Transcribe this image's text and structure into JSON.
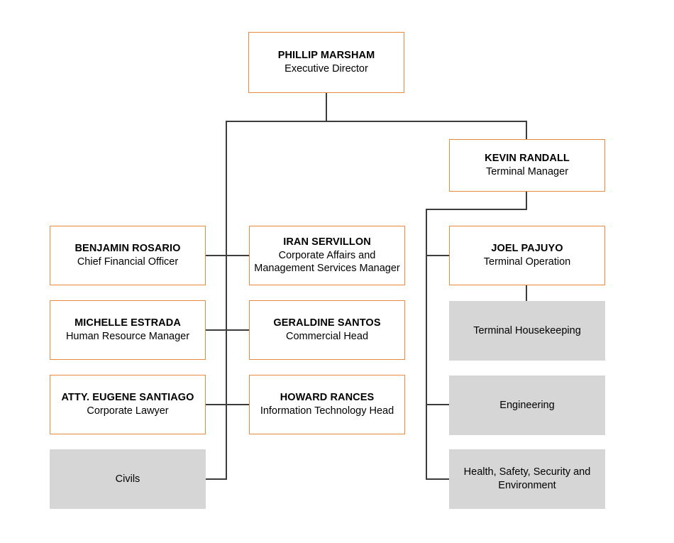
{
  "diagram": {
    "type": "organizational-chart",
    "colors": {
      "node_border": "#E58A3E",
      "node_fill": "#FFFFFF",
      "unit_fill": "#D6D6D6",
      "connector": "#3C3C3C",
      "text": "#000000",
      "background": "#FFFFFF"
    }
  },
  "nodes": {
    "executive_director": {
      "name": "PHILLIP MARSHAM",
      "title": "Executive Director"
    },
    "terminal_manager": {
      "name": "KEVIN RANDALL",
      "title": "Terminal Manager"
    },
    "cfo": {
      "name": "BENJAMIN ROSARIO",
      "title": "Chief Financial Officer"
    },
    "corporate_affairs": {
      "name": "IRAN SERVILLON",
      "title": "Corporate Affairs and Management Services Manager"
    },
    "terminal_operation": {
      "name": "JOEL PAJUYO",
      "title": "Terminal Operation"
    },
    "hr_manager": {
      "name": "MICHELLE ESTRADA",
      "title": "Human Resource Manager"
    },
    "commercial_head": {
      "name": "GERALDINE SANTOS",
      "title": "Commercial Head"
    },
    "terminal_housekeeping": {
      "label": "Terminal Housekeeping"
    },
    "corporate_lawyer": {
      "name": "ATTY. EUGENE SANTIAGO",
      "title": "Corporate Lawyer"
    },
    "it_head": {
      "name": "HOWARD RANCES",
      "title": "Information Technology Head"
    },
    "engineering": {
      "label": "Engineering"
    },
    "civils": {
      "label": "Civils"
    },
    "hsse": {
      "label": "Health, Safety, Security and Environment"
    }
  }
}
